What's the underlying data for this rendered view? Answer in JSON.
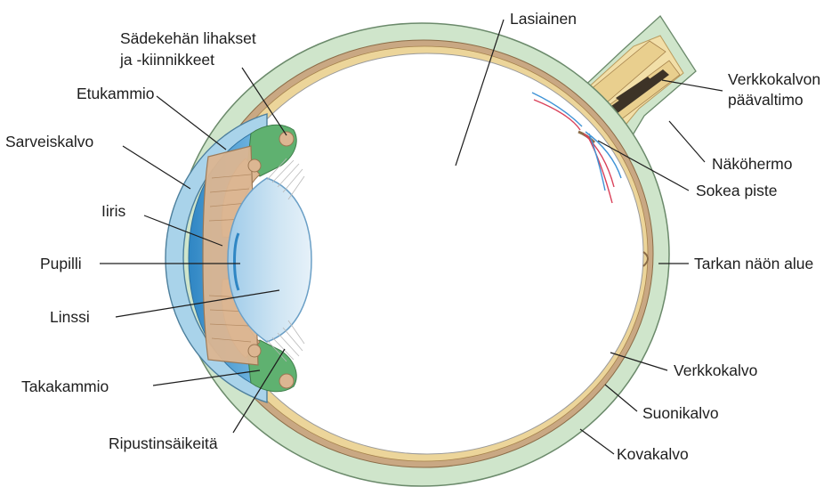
{
  "labels": {
    "sadekehan_line1": "Sädekehän lihakset",
    "sadekehan_line2": "ja -kiinnikkeet",
    "lasiainen": "Lasiainen",
    "verkkokalvon_line1": "Verkkokalvon",
    "verkkokalvon_line2": "päävaltimo",
    "etukammio": "Etukammio",
    "sarveiskalvo": "Sarveiskalvo",
    "nakohermo": "Näköhermo",
    "sokea_piste": "Sokea piste",
    "iiris": "Iiris",
    "pupilli": "Pupilli",
    "tarkan_naon_alue": "Tarkan näön alue",
    "linssi": "Linssi",
    "verkkokalvo": "Verkkokalvo",
    "takakammio": "Takakammio",
    "suonikalvo": "Suonikalvo",
    "ripustinsaikeita": "Ripustinsäikeitä",
    "kovakalvo": "Kovakalvo"
  },
  "colors": {
    "sclera": "#cfe5cb",
    "choroid": "#c9a883",
    "retina": "#ecd59a",
    "vitreous": "#ffffff",
    "cornea": "#a9d3ea",
    "anterior_chamber": "#3f94cc",
    "iris": "#dcb692",
    "lens": "#c6e0f1",
    "ciliary": "#5fb170",
    "optic_nerve": "#f2dfa8",
    "artery_red": "#d9415a",
    "vein_blue": "#3f93d6",
    "leader": "#1e1e1e"
  }
}
